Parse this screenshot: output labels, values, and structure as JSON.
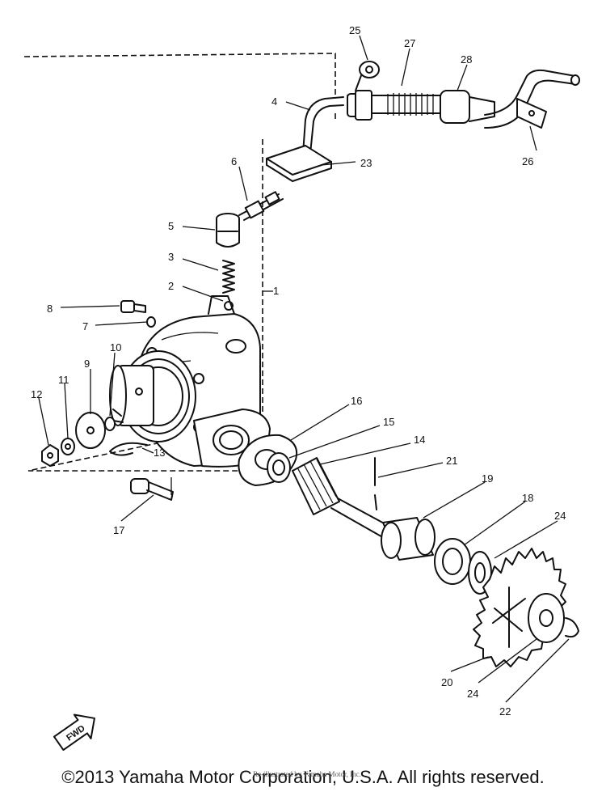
{
  "callouts": [
    "1",
    "2",
    "3",
    "4",
    "5",
    "6",
    "7",
    "8",
    "9",
    "10",
    "11",
    "12",
    "13",
    "14",
    "15",
    "16",
    "17",
    "18",
    "19",
    "20",
    "21",
    "22",
    "23",
    "24",
    "25",
    "26",
    "27",
    "28"
  ],
  "extra_callout_24": "24",
  "fwd_label": "FWD",
  "copyright": "©2013 Yamaha Motor Corporation, U.S.A. All rights reserved.",
  "watermark_text": "Re-illustrated by Yamaha Motor, Inc.",
  "colors": {
    "ink": "#111111",
    "background": "#ffffff"
  }
}
